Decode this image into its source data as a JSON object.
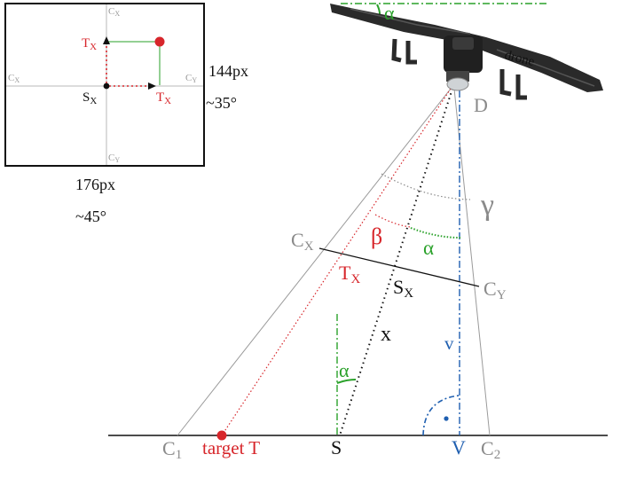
{
  "colors": {
    "black": "#111111",
    "gray": "#8a8a8a",
    "lightgray": "#b9b9b9",
    "red": "#d7262b",
    "green": "#2aa12a",
    "blue": "#1f5fb0",
    "drone_body": "#2a2a2a"
  },
  "inset": {
    "cx_top": "C",
    "cx_top_sub": "X",
    "cy_bottom": "C",
    "cy_bottom_sub": "Y",
    "cx_left": "C",
    "cx_left_sub": "X",
    "cy_right": "C",
    "cy_right_sub": "Y",
    "tx_up": "T",
    "tx_up_sub": "X",
    "tx_right": "T",
    "tx_right_sub": "X",
    "sx": "S",
    "sx_sub": "X",
    "height_px": "144px",
    "height_deg": "~35°",
    "width_px": "176px",
    "width_deg": "~45°"
  },
  "main": {
    "alpha_top": "α",
    "drone_label": "drone",
    "d_label": "D",
    "gamma": "γ",
    "beta": "β",
    "alpha_mid": "α",
    "cx": "C",
    "cx_sub": "X",
    "tx": "T",
    "tx_sub": "X",
    "sx": "S",
    "sx_sub": "X",
    "cy": "C",
    "cy_sub": "Y",
    "x_label": "x",
    "v_small": "v",
    "alpha_bottom": "α",
    "c1": "C",
    "c1_sub": "1",
    "target": "target T",
    "s": "S",
    "v_big": "V",
    "c2": "C",
    "c2_sub": "2"
  }
}
